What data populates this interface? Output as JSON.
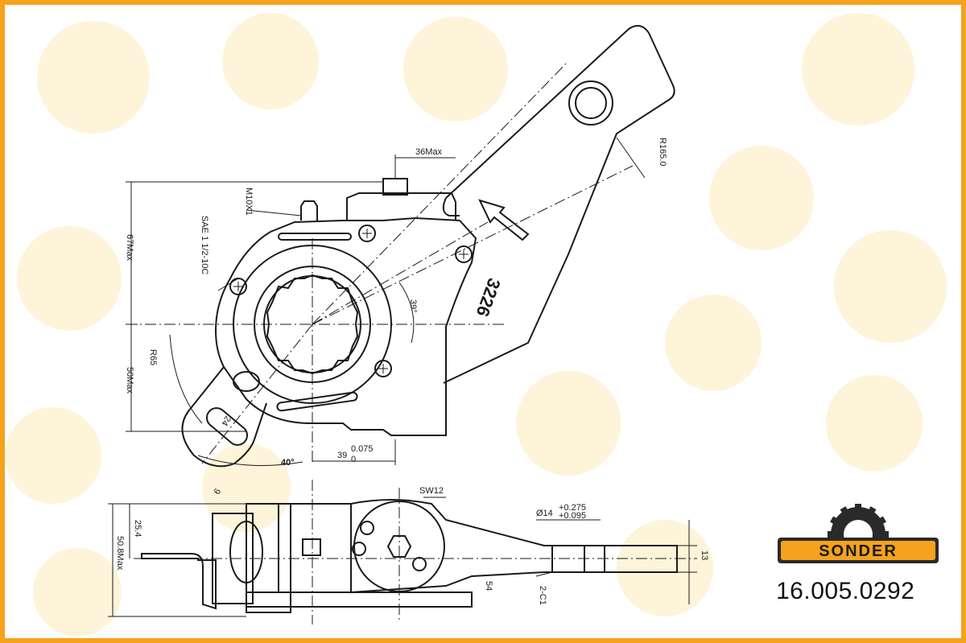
{
  "brand": {
    "name": "SONDER",
    "accent": "#f5a21c",
    "watermark_color": "#fde9b4"
  },
  "part_number": "16.005.0292",
  "top_view": {
    "dims": {
      "d36": "36Max",
      "r165": "R165.0",
      "m10": "M10X1",
      "sae": "SAE 1 1/2-10C",
      "h67": "67Max",
      "h50": "50Max",
      "r65": "R65",
      "a39": "39°",
      "code": "3226",
      "d24": "24",
      "a40": "40°",
      "d39": "39",
      "tol_top": "0.075",
      "tol_bottom": "0",
      "d9": "9"
    }
  },
  "side_view": {
    "dims": {
      "sw": "SW12",
      "dia": "Ø14",
      "dia_tol_top": "+0.275",
      "dia_tol_bottom": "+0.095",
      "d254": "25.4",
      "d508": "50.8Max",
      "d13": "13",
      "d54": "54",
      "c1": "2-C1"
    }
  }
}
